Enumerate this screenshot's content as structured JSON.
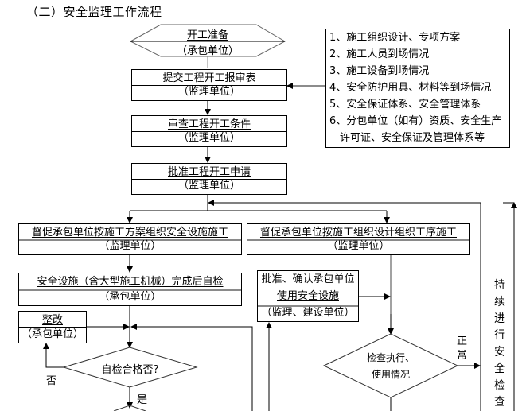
{
  "title": "（二）安全监理工作流程",
  "nodes": {
    "start": {
      "label": "开工准备",
      "party": "（承包单位）"
    },
    "submit": {
      "label": "提交工程开工报审表",
      "party": "（监理单位）"
    },
    "review": {
      "label": "审查工程开工条件",
      "party": "（监理单位）"
    },
    "approve": {
      "label": "批准工程开工申请",
      "party": "（监理单位）"
    },
    "left_branch": {
      "label": "督促承包单位按施工方案组织安全设施施工",
      "party": "（监理单位）"
    },
    "right_branch": {
      "label": "督促承包单位按施工组织设计组织工序施工",
      "party": "（监理单位）"
    },
    "self_check": {
      "label": "安全设施（含大型施工机械）完成后自检",
      "party": "（承包单位）"
    },
    "rectify": {
      "label": "整改",
      "party": "（承包单位）"
    },
    "confirm": {
      "line1": "批准、确认承包单位",
      "line2": "使用安全设施",
      "party": "（监理、建设单位）"
    },
    "decision_self": {
      "label": "自检合格否?"
    },
    "decision_inspect": {
      "line1": "检查执行、",
      "line2": "使用情况"
    }
  },
  "requirements": [
    "1、施工组织设计、专项方案",
    "2、施工人员到场情况",
    "3、施工设备到场情况",
    "4、安全防护用具、材料等到场情况",
    "5、安全保证体系、安全管理体系",
    "6、分包单位（如有）资质、安全生产",
    "　许可证、安全保证及管理体系等"
  ],
  "labels": {
    "no": "否",
    "yes": "是",
    "normal_1": "正",
    "normal_2": "常",
    "continuous": [
      "持",
      "续",
      "进",
      "行",
      "安",
      "全",
      "检",
      "查"
    ]
  }
}
